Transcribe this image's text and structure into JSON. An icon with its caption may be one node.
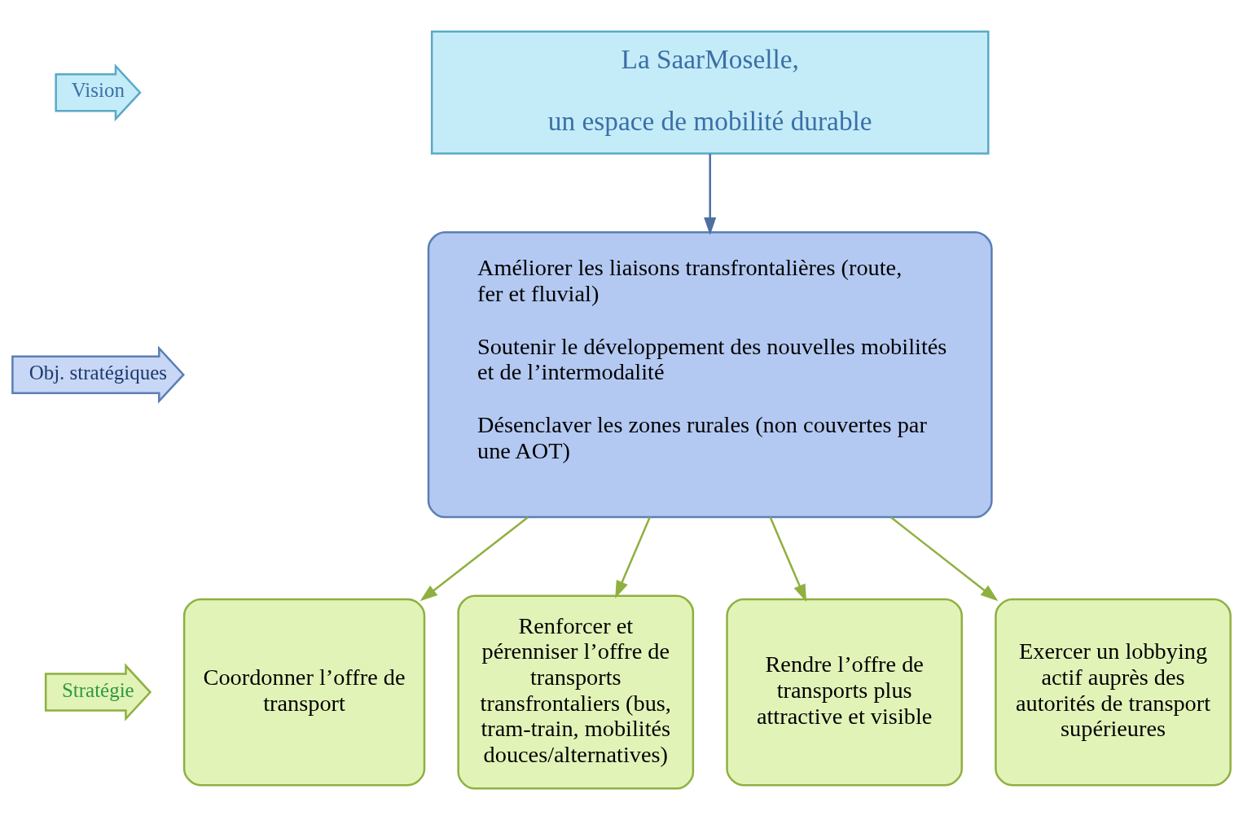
{
  "diagram": {
    "nodes": [
      {
        "text": [
          "Vision"
        ]
      },
      {
        "text": [
          "La SaarMoselle,",
          "un espace de mobilité durable"
        ]
      },
      {
        "text": [
          "Obj. stratégiques"
        ]
      },
      {
        "text": [
          "Améliorer les liaisons transfrontalières (route, fer et fluvial)",
          "Soutenir le développement des nouvelles mobilités et de l’intermodalité",
          "Désenclaver les zones rurales (non couvertes par une AOT)"
        ]
      },
      {
        "text": [
          "Stratégie"
        ]
      },
      {
        "text": [
          "Coordonner l’offre de transport"
        ]
      },
      {
        "text": [
          "Renforcer et pérenniser l’offre de transports transfrontaliers (bus, tram-train, mobilités douces/alternatives)"
        ]
      },
      {
        "text": [
          "Rendre l’offre de transports plus attractive et visible"
        ]
      },
      {
        "text": [
          "Exercer un lobbying actif auprès des autorités de transport supérieures"
        ]
      }
    ],
    "edges": [
      {
        "from": 1,
        "to": 3,
        "arrow": "to",
        "color": "#4f6fa0"
      },
      {
        "from": 3,
        "to": 5,
        "arrow": "to"
      },
      {
        "from": 3,
        "to": 6,
        "arrow": "to"
      },
      {
        "from": 3,
        "to": 7,
        "arrow": "to"
      },
      {
        "from": 3,
        "to": 8,
        "arrow": "to"
      }
    ]
  }
}
